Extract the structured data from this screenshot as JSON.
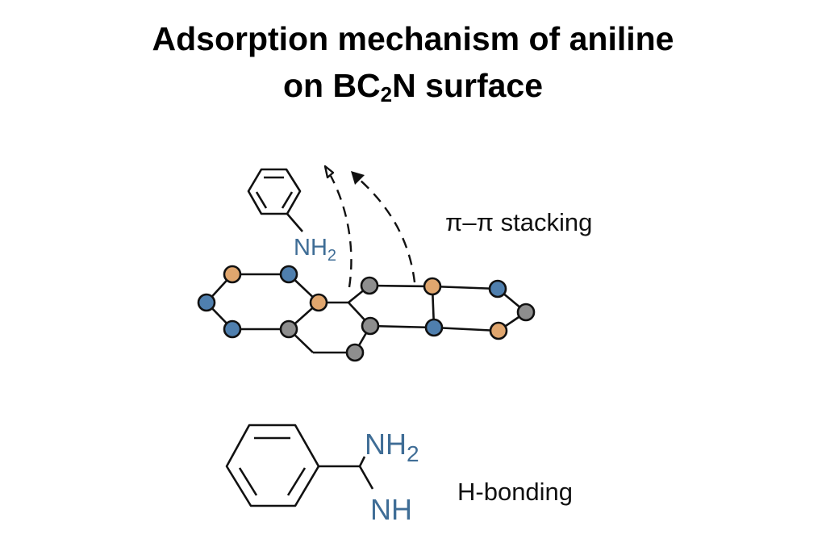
{
  "title": {
    "line1": "Adsorption mechanism of aniline",
    "line2_prefix": "on BC",
    "line2_sub": "2",
    "line2_suffix": "N surface"
  },
  "labels": {
    "pi_stacking": "π–π stacking",
    "h_bonding": "H-bonding",
    "aniline_n": "NH",
    "aniline_sub": "2",
    "amidine_nh2": "NH",
    "amidine_nh2_sub": "2",
    "amidine_nh": "NH"
  },
  "colors": {
    "boron": "#e0a66e",
    "nitrogen": "#4f7fae",
    "carbon": "#8e8e8e",
    "amine_text": "#3f6d96",
    "bond": "#111111"
  },
  "atoms": [
    {
      "id": "a1",
      "element": "B"
    },
    {
      "id": "a2",
      "element": "N"
    },
    {
      "id": "a3",
      "element": "N"
    },
    {
      "id": "a4",
      "element": "N"
    },
    {
      "id": "a5",
      "element": "C"
    },
    {
      "id": "a6",
      "element": "B"
    },
    {
      "id": "a7",
      "element": "C"
    },
    {
      "id": "a8",
      "element": "C"
    },
    {
      "id": "a9",
      "element": "C"
    },
    {
      "id": "a10",
      "element": "B"
    },
    {
      "id": "a11",
      "element": "N"
    },
    {
      "id": "a12",
      "element": "N"
    },
    {
      "id": "a13",
      "element": "C"
    },
    {
      "id": "a14",
      "element": "B"
    }
  ]
}
